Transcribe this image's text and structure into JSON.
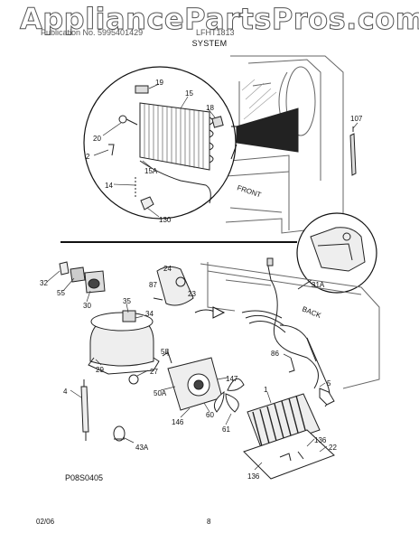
{
  "header": {
    "watermark": "AppliancePartsPros.com",
    "subtitle_left": "Publication No. 5995401429",
    "subtitle_right": "LFHT1813",
    "section": "SYSTEM"
  },
  "labels": {
    "l19": "19",
    "l15": "15",
    "l18": "18",
    "l20": "20",
    "l2": "2",
    "l15a": "15A",
    "l14": "14",
    "l130": "130",
    "l107": "107",
    "front": "FRONT",
    "l31a": "31A",
    "l32": "32",
    "l55": "55",
    "l30": "30",
    "l24": "24",
    "l87": "87",
    "l23": "23",
    "l35": "35",
    "l34": "34",
    "back": "BACK",
    "l58": "58",
    "l29": "29",
    "l27": "27",
    "l86": "86",
    "l147": "147",
    "l4": "4",
    "l50a": "50A",
    "l5": "5",
    "l1": "1",
    "l146": "146",
    "l60": "60",
    "l61": "61",
    "l43a": "43A",
    "l136a": "136",
    "l22": "22",
    "l136b": "136"
  },
  "footer": {
    "diagram_code": "P08S0405",
    "date": "02/06",
    "page": "8"
  }
}
